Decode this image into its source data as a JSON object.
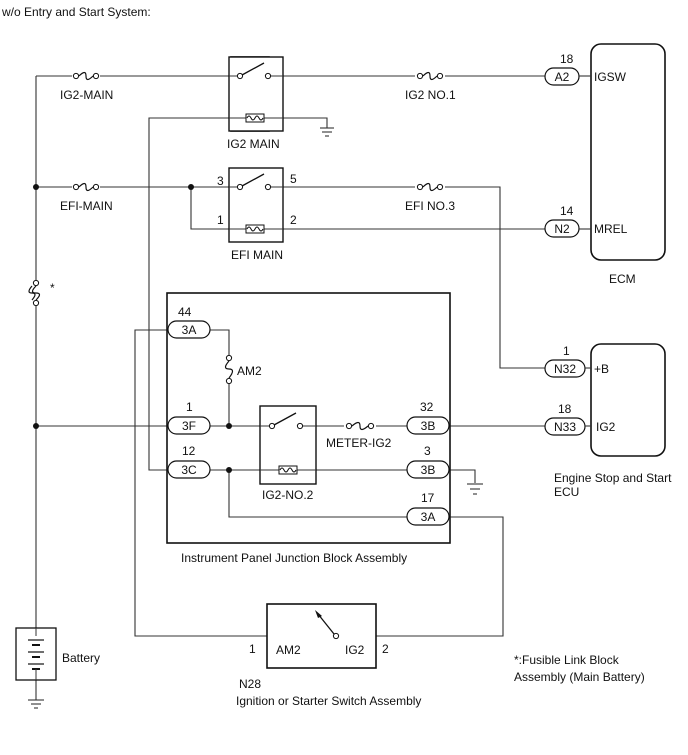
{
  "title": "w/o Entry and Start System:",
  "fuses": {
    "ig2_main": "IG2-MAIN",
    "efi_main": "EFI-MAIN",
    "ig2_no1": "IG2 NO.1",
    "efi_no3": "EFI NO.3",
    "am2": "AM2",
    "meter_ig2": "METER-IG2",
    "star": "*"
  },
  "relays": {
    "ig2_main": "IG2 MAIN",
    "efi_main": "EFI MAIN",
    "efi_pin3": "3",
    "efi_pin5": "5",
    "efi_pin1": "1",
    "efi_pin2": "2",
    "ig2_no2": "IG2-NO.2"
  },
  "ecm": {
    "label": "ECM",
    "pin_a2_no": "18",
    "pin_a2": "A2",
    "igsw": "IGSW",
    "pin_n2_no": "14",
    "pin_n2": "N2",
    "mrel": "MREL"
  },
  "engine_ecu": {
    "label_line1": "Engine Stop and Start",
    "label_line2": "ECU",
    "pin_n32_no": "1",
    "pin_n32": "N32",
    "plus_b": "+B",
    "pin_n33_no": "18",
    "pin_n33": "N33",
    "ig2": "IG2"
  },
  "junction_block": {
    "label": "Instrument Panel Junction Block Assembly",
    "p3a_top_no": "44",
    "p3a_top": "3A",
    "p3f_no": "1",
    "p3f": "3F",
    "p3c_no": "12",
    "p3c": "3C",
    "p3b_32_no": "32",
    "p3b_32": "3B",
    "p3b_3_no": "3",
    "p3b_3": "3B",
    "p3a_17_no": "17",
    "p3a_17": "3A"
  },
  "ignition_switch": {
    "connector": "N28",
    "label": "Ignition or Starter Switch Assembly",
    "am2": "AM2",
    "ig2": "IG2",
    "pin1": "1",
    "pin2": "2"
  },
  "battery": {
    "label": "Battery"
  },
  "footnote": {
    "line1": "*:Fusible Link Block",
    "line2": "Assembly (Main Battery)"
  }
}
